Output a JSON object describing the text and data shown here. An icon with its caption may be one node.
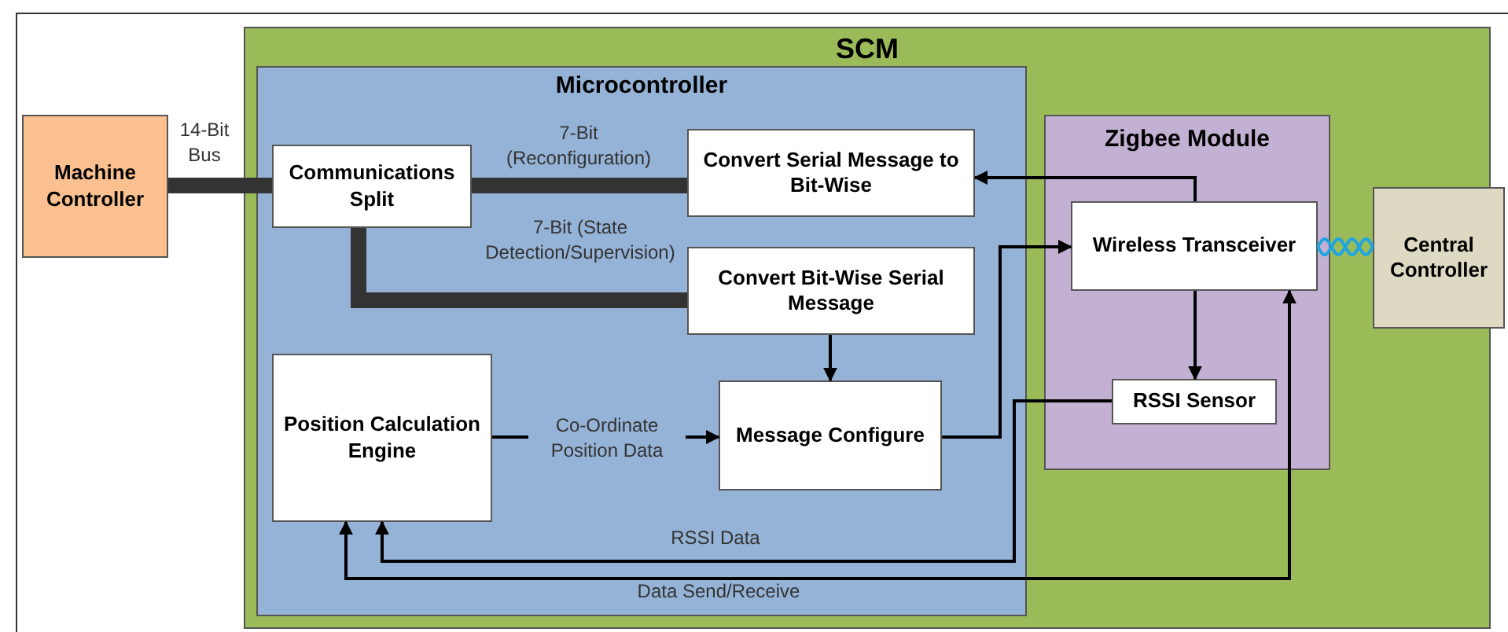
{
  "diagram": {
    "nodes": [
      {
        "text": [
          "SCM"
        ]
      },
      {
        "text": [
          "Microcontroller"
        ],
        "in": 0
      },
      {
        "text": [
          "Machine Controller"
        ]
      },
      {
        "text": [
          "Communications Split"
        ],
        "in": 1
      },
      {
        "text": [
          "Convert Serial Message to Bit-Wise"
        ],
        "in": 1
      },
      {
        "text": [
          "Convert Bit-Wise Serial Message"
        ],
        "in": 1
      },
      {
        "text": [
          "Position Calculation Engine"
        ],
        "in": 1
      },
      {
        "text": [
          "Message Configure"
        ],
        "in": 1
      },
      {
        "text": [
          "Zigbee Module"
        ],
        "in": 0
      },
      {
        "text": [
          "Wireless Transceiver"
        ],
        "in": 8
      },
      {
        "text": [
          "RSSI Sensor"
        ],
        "in": 8
      },
      {
        "text": [
          "Central Controller"
        ]
      }
    ],
    "edges": [
      {
        "from": 2,
        "to": 3,
        "arrow": "none",
        "label": "14-Bit Bus",
        "style": "thick"
      },
      {
        "from": 3,
        "to": 4,
        "arrow": "none",
        "label": "7-Bit (Reconfiguration)",
        "style": "thick"
      },
      {
        "from": 3,
        "to": 5,
        "arrow": "none",
        "label": "7-Bit (State Detection/Supervision)",
        "style": "thick"
      },
      {
        "from": 9,
        "to": 4,
        "arrow": "to"
      },
      {
        "from": 5,
        "to": 7,
        "arrow": "to"
      },
      {
        "from": 6,
        "to": 7,
        "arrow": "to",
        "label": "Co-Ordinate Position Data"
      },
      {
        "from": 7,
        "to": 9,
        "arrow": "to"
      },
      {
        "from": 9,
        "to": 10,
        "arrow": "to"
      },
      {
        "from": 10,
        "to": 6,
        "arrow": "to",
        "label": "RSSI Data"
      },
      {
        "from": 6,
        "to": 9,
        "arrow": "both",
        "label": "Data Send/Receive"
      },
      {
        "from": 9,
        "to": 11,
        "arrow": "none",
        "color": "#1fa5e0"
      }
    ]
  }
}
